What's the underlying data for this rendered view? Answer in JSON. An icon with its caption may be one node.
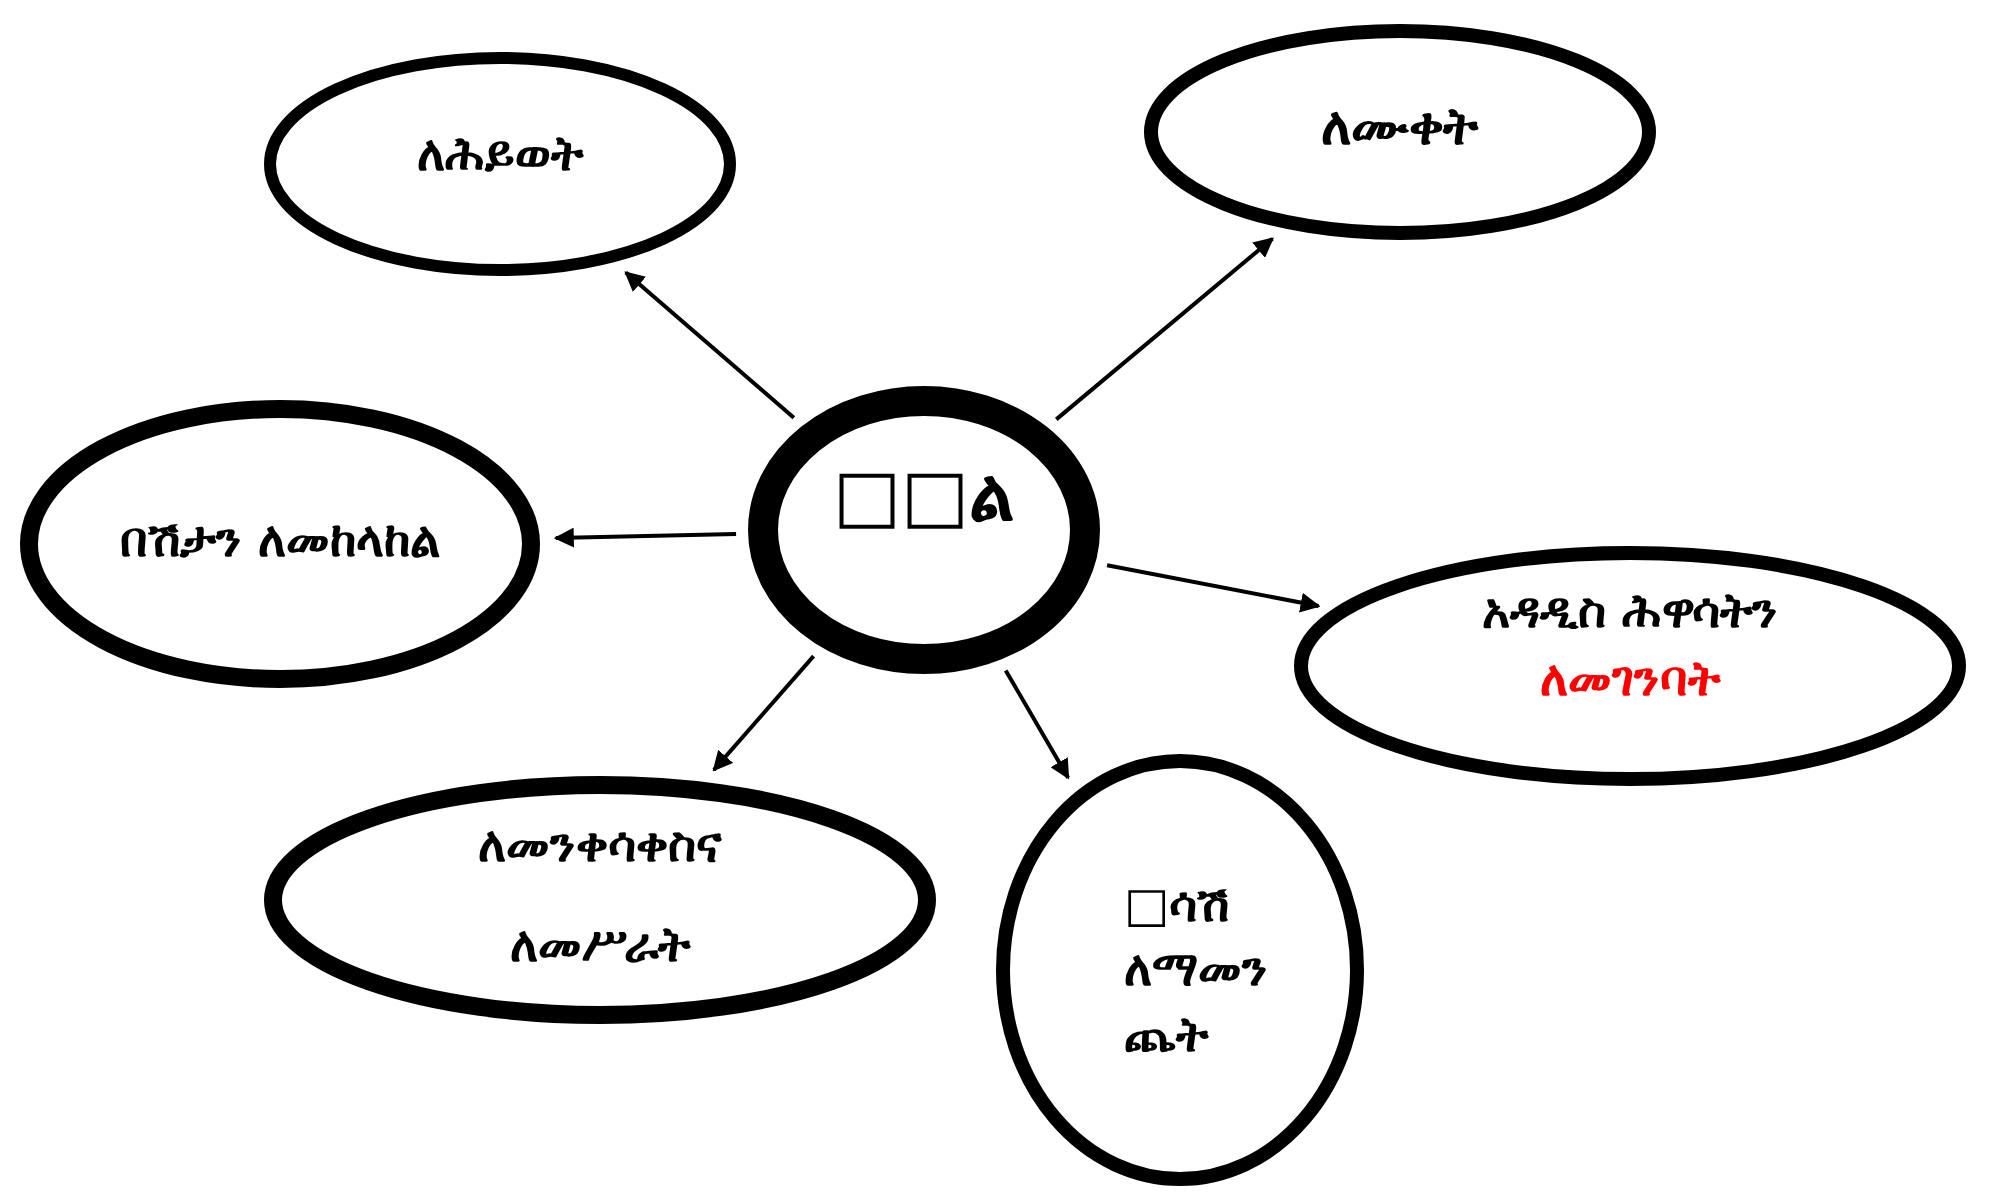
{
  "diagram": {
    "nodes": [
      {
        "text": [
          "ለሕይወት"
        ]
      },
      {
        "text": [
          "ለሙቀት"
        ]
      },
      {
        "text": [
          "በሽታን ለመከላከል"
        ]
      },
      {
        "text": [
          "□□ል"
        ]
      },
      {
        "text": [
          "አዳዲስ ሕዋሳትን",
          "ለመገንባት"
        ]
      },
      {
        "text": [
          "ለመንቀሳቀስና ለመሥራት"
        ]
      },
      {
        "text": [
          "□ሳሽ ለማመን ጨት"
        ]
      }
    ],
    "edges": [
      {
        "from": 3,
        "to": 0,
        "arrow": "to"
      },
      {
        "from": 3,
        "to": 1,
        "arrow": "to"
      },
      {
        "from": 3,
        "to": 2,
        "arrow": "to"
      },
      {
        "from": 3,
        "to": 4,
        "arrow": "to"
      },
      {
        "from": 3,
        "to": 5,
        "arrow": "to"
      },
      {
        "from": 3,
        "to": 6,
        "arrow": "to"
      }
    ]
  }
}
